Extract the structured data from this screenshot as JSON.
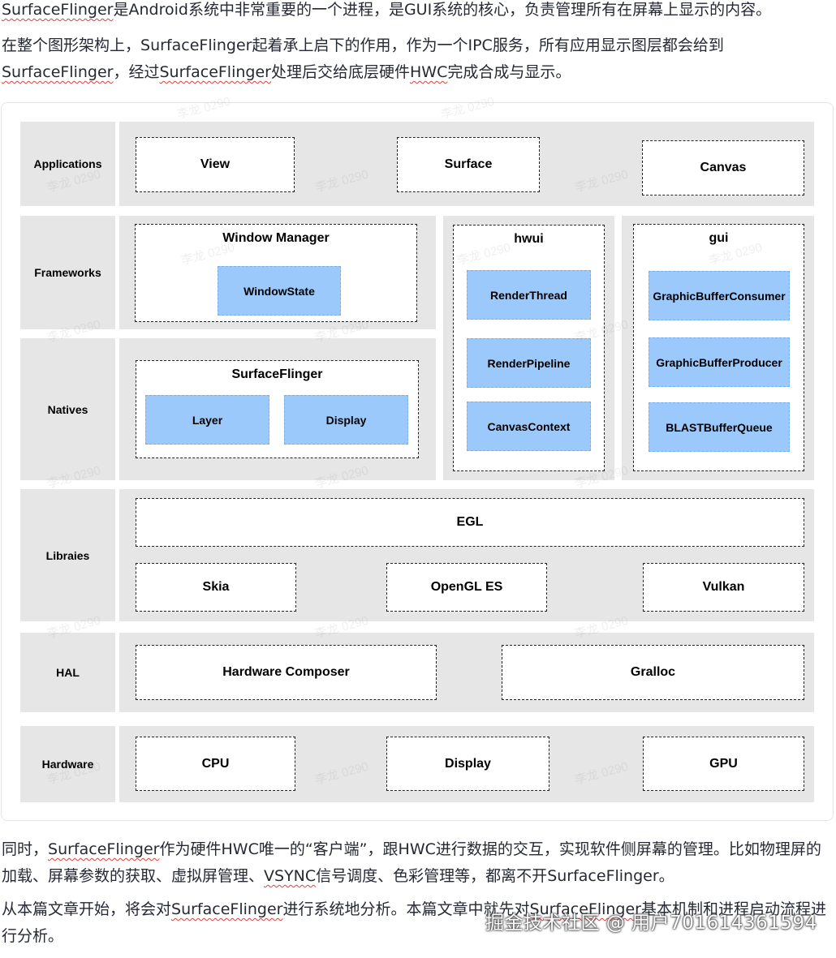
{
  "paragraphs": {
    "p1": {
      "a": "SurfaceFlinger",
      "b": "是Android系统中非常重要的一个进程，是GUI系统的核心，负责管理所有在屏幕上显示的内容。"
    },
    "p2": {
      "a": "在整个图形架构上，",
      "b": "SurfaceFlinger",
      "c": "起着承上启下的作用，作为一个IPC服务，所有应用显示图层都会给到",
      "d": "SurfaceFlinger",
      "e": "，经过",
      "f": "SurfaceFlinger",
      "g": "处理后交给底层硬件",
      "h": "HWC",
      "i": "完成合成与显示。"
    },
    "p3": {
      "a": "同时，",
      "b": "SurfaceFlinger",
      "c": "作为硬件HWC唯一的“客户端”，跟HWC进行数据的交互，实现软件侧屏幕的管理。比如物理屏的加载、屏幕参数的获取、虚拟屏管理、",
      "d": "VSYNC",
      "e": "信号调度、色彩管理等，都离不开",
      "f": "SurfaceFlinger",
      "g": "。"
    },
    "p4": {
      "a": "从本篇文章开始，将会对",
      "b": "SurfaceFlinger",
      "c": "进行系统地分析。本篇文章中就先对",
      "d": "SurfaceFlinger",
      "e": "基本机制和进程启动流程进行分析。"
    }
  },
  "diagram": {
    "layers": {
      "applications": "Applications",
      "frameworks": "Frameworks",
      "natives": "Natives",
      "libraries": "Libraies",
      "hal": "HAL",
      "hardware": "Hardware"
    },
    "applications": {
      "view": "View",
      "surface": "Surface",
      "canvas": "Canvas"
    },
    "window_manager": {
      "title": "Window Manager",
      "window_state": "WindowState"
    },
    "surfaceflinger": {
      "title": "SurfaceFlinger",
      "layer": "Layer",
      "display": "Display"
    },
    "hwui": {
      "title": "hwui",
      "render_thread": "RenderThread",
      "render_pipeline": "RenderPipeline",
      "canvas_context": "CanvasContext"
    },
    "gui": {
      "title": "gui",
      "consumer": "GraphicBufferConsumer",
      "producer": "GraphicBufferProducer",
      "blast": "BLASTBufferQueue"
    },
    "libraries": {
      "egl": "EGL",
      "skia": "Skia",
      "opengl": "OpenGL ES",
      "vulkan": "Vulkan"
    },
    "hal": {
      "hwc": "Hardware Composer",
      "gralloc": "Gralloc"
    },
    "hardware": {
      "cpu": "CPU",
      "display": "Display",
      "gpu": "GPU"
    },
    "watermark_text": "李龙 0290"
  },
  "footer_watermark": "掘金技术社区 @ 用户701614361594",
  "colors": {
    "layer_bg": "#e6e6e6",
    "component_blue": "#9cc9fb",
    "text": "#252933"
  }
}
